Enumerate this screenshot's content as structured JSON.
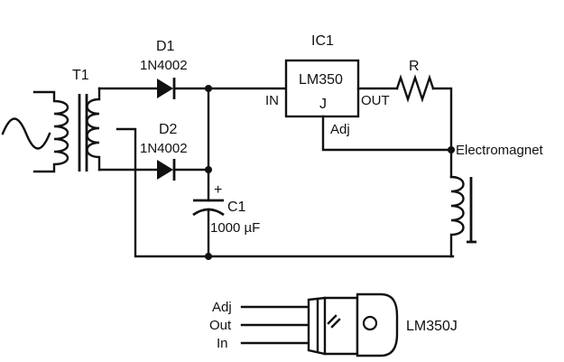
{
  "ac_source_icon": "sine-wave-icon",
  "transformer": {
    "label": "T1"
  },
  "diode1": {
    "ref": "D1",
    "part": "1N4002"
  },
  "diode2": {
    "ref": "D2",
    "part": "1N4002"
  },
  "regulator": {
    "ref": "IC1",
    "part": "LM350",
    "suffix": "J",
    "pin_in": "IN",
    "pin_out": "OUT",
    "pin_adj": "Adj"
  },
  "resistor": {
    "label": "R"
  },
  "capacitor": {
    "ref": "C1",
    "value": "1000 µF",
    "polarity": "+"
  },
  "load": {
    "label": "Electromagnet"
  },
  "package": {
    "pin_adj": "Adj",
    "pin_out": "Out",
    "pin_in": "In",
    "part": "LM350J"
  }
}
